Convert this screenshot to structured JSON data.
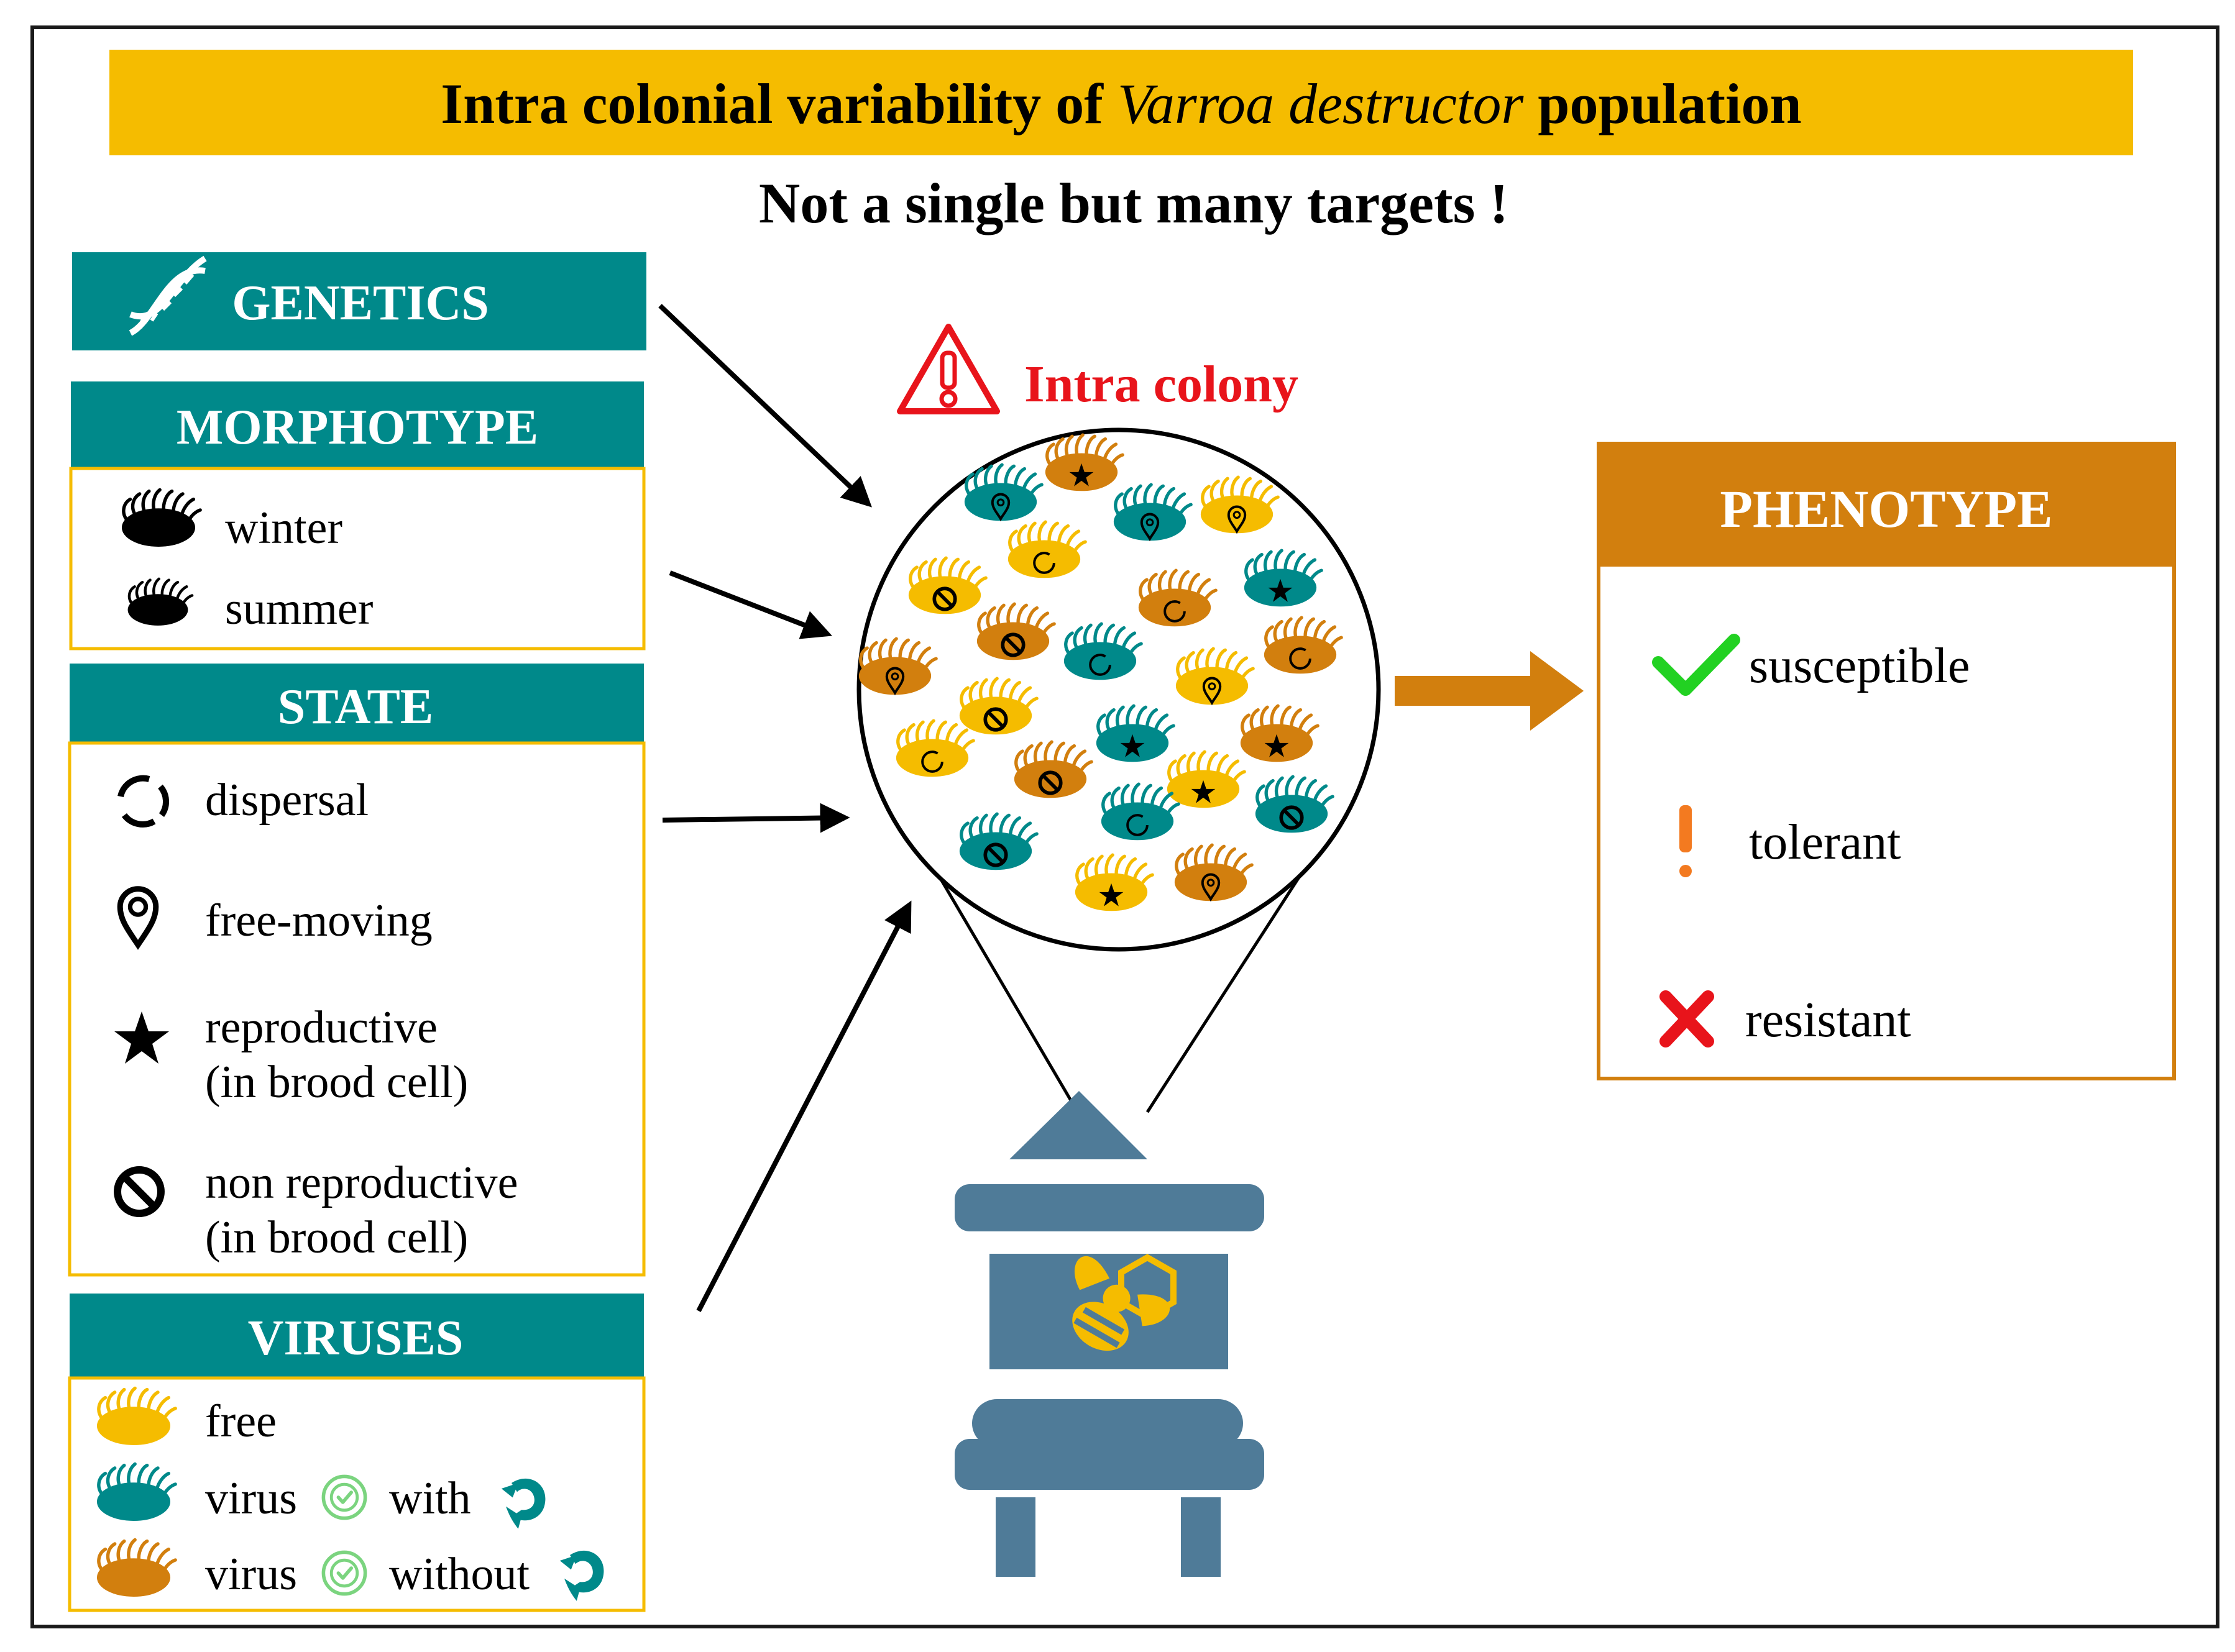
{
  "title": {
    "part1": "Intra colonial variability of ",
    "italic": "Varroa destructor",
    "part2": " population"
  },
  "subtitle": "Not a single but many targets !",
  "colors": {
    "teal": "#00898A",
    "orange": "#D27F0E",
    "yellow": "#F5BC00",
    "hive": "#4F7B98",
    "red": "#E8141B",
    "green": "#22D122",
    "warn_orange": "#F37A20"
  },
  "panels": {
    "genetics": {
      "header": "GENETICS",
      "icon": "dna-icon"
    },
    "morphotype": {
      "header": "MORPHOTYPE",
      "items": [
        {
          "label": "winter",
          "icon": "winter-mite-icon"
        },
        {
          "label": "summer",
          "icon": "summer-mite-icon"
        }
      ]
    },
    "state": {
      "header": "STATE",
      "items": [
        {
          "label": "dispersal",
          "icon": "dispersal-icon"
        },
        {
          "label": "free-moving",
          "icon": "location-pin-icon"
        },
        {
          "label": "reproductive",
          "sub": "(in brood cell)",
          "icon": "star-icon"
        },
        {
          "label": "non reproductive",
          "sub": "(in brood cell)",
          "icon": "no-entry-icon"
        }
      ]
    },
    "viruses": {
      "header": "VIRUSES",
      "items": [
        {
          "label": "free",
          "icon": "yellow-mite-icon"
        },
        {
          "label": "virus",
          "mid": "with",
          "icon": "teal-mite-icon"
        },
        {
          "label": "virus",
          "mid": "without",
          "icon": "orange-mite-icon"
        }
      ]
    }
  },
  "center": {
    "label": "Intra colony",
    "icon": "warning-icon"
  },
  "phenotype": {
    "header": "PHENOTYPE",
    "items": [
      {
        "label": "susceptible",
        "icon": "check-icon"
      },
      {
        "label": "tolerant",
        "icon": "exclamation-icon"
      },
      {
        "label": "resistant",
        "icon": "cross-icon"
      }
    ]
  }
}
